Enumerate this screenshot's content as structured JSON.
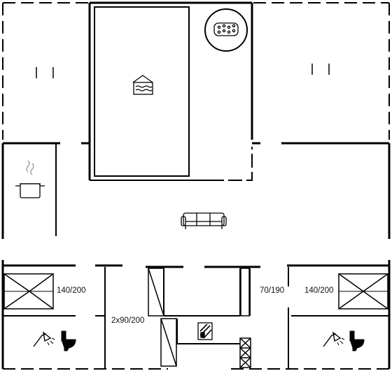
{
  "floorplan": {
    "bed_labels": {
      "left_bedroom": "140/200",
      "middle_bunk": "2x90/200",
      "small_bed": "70/190",
      "right_bedroom": "140/200"
    },
    "icons": {
      "pool": "indoor-pool-icon",
      "spa": "whirlpool-spa-icon",
      "kitchen": "cooking-pot-icon",
      "living": "sofa-icon",
      "bathroom_left": "shower-icon",
      "toilet_left": "toilet-icon",
      "bathroom_right": "shower-icon",
      "toilet_right": "toilet-icon",
      "utility": "washing-machine-icon"
    },
    "colors": {
      "wall": "#000000",
      "background": "#ffffff"
    }
  }
}
